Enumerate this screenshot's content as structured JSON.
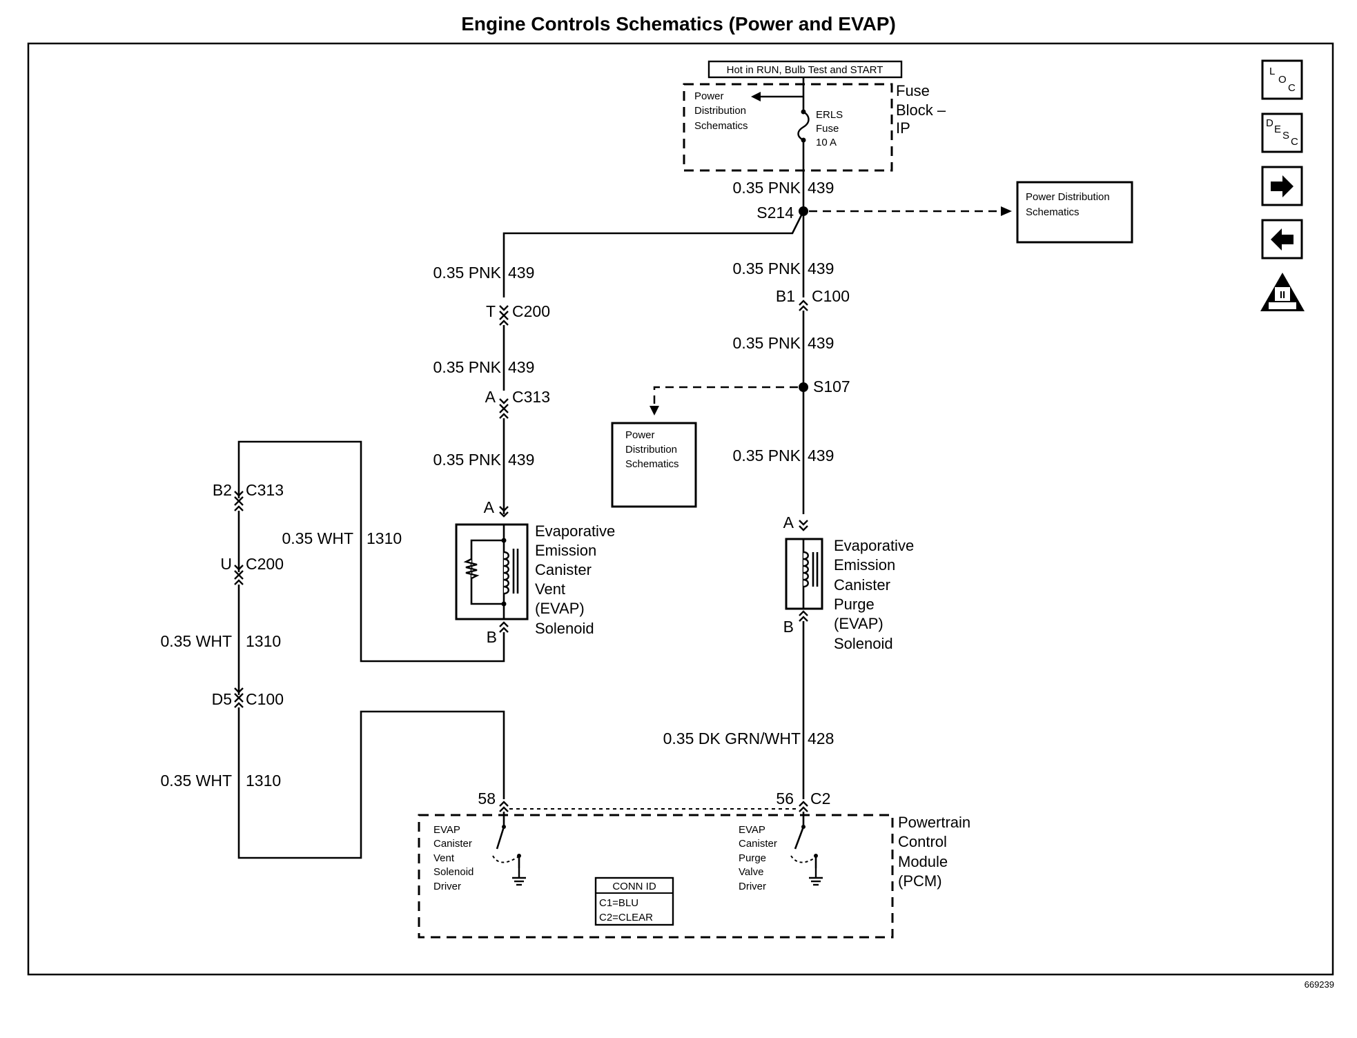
{
  "title": "Engine Controls Schematics (Power and EVAP)",
  "figure_number": "669239",
  "nav_icons": [
    {
      "name": "loc-icon",
      "text": "LOC",
      "label": "L O C"
    },
    {
      "name": "desc-icon",
      "text": "DESC",
      "label": "D E S C"
    },
    {
      "name": "next-arrow-icon",
      "text": "right arrow"
    },
    {
      "name": "back-arrow-icon",
      "text": "left arrow"
    },
    {
      "name": "obd-ii-icon",
      "text": "OBD II",
      "label": "II"
    }
  ],
  "hot_label": "Hot in RUN, Bulb Test and START",
  "fuse_block": {
    "label_line1": "Fuse",
    "label_line2": "Block –",
    "label_line3": "IP",
    "pd_line1": "Power",
    "pd_line2": "Distribution",
    "pd_line3": "Schematics",
    "fuse_line1": "ERLS",
    "fuse_line2": "Fuse",
    "fuse_line3": "10 A"
  },
  "splices": {
    "s214": "S214",
    "s107": "S107"
  },
  "pd_box_right": {
    "line1": "Power Distribution",
    "line2": "Schematics"
  },
  "pd_box_mid": {
    "line1": "Power",
    "line2": "Distribution",
    "line3": "Schematics"
  },
  "wires": {
    "pnk_gauge": "0.35 PNK",
    "pnk_circuit": "439",
    "wht_gauge": "0.35 WHT",
    "wht_circuit": "1310",
    "grn_gauge": "0.35 DK GRN/WHT",
    "grn_circuit": "428"
  },
  "connectors": {
    "b1": "B1",
    "c100": "C100",
    "t": "T",
    "c200": "C200",
    "a": "A",
    "c313": "C313",
    "b2": "B2",
    "u": "U",
    "d5": "D5",
    "b": "B",
    "pin58": "58",
    "pin56": "56",
    "c2": "C2"
  },
  "vent_solenoid": {
    "line1": "Evaporative",
    "line2": "Emission",
    "line3": "Canister",
    "line4": "Vent",
    "line5": "(EVAP)",
    "line6": "Solenoid"
  },
  "purge_solenoid": {
    "line1": "Evaporative",
    "line2": "Emission",
    "line3": "Canister",
    "line4": "Purge",
    "line5": "(EVAP)",
    "line6": "Solenoid"
  },
  "pcm": {
    "line1": "Powertrain",
    "line2": "Control",
    "line3": "Module",
    "line4": "(PCM)",
    "vent_driver": [
      "EVAP",
      "Canister",
      "Vent",
      "Solenoid",
      "Driver"
    ],
    "purge_driver": [
      "EVAP",
      "Canister",
      "Purge",
      "Valve",
      "Driver"
    ],
    "conn_id_title": "CONN ID",
    "conn_id_c1": "C1=BLU",
    "conn_id_c2": "C2=CLEAR"
  }
}
